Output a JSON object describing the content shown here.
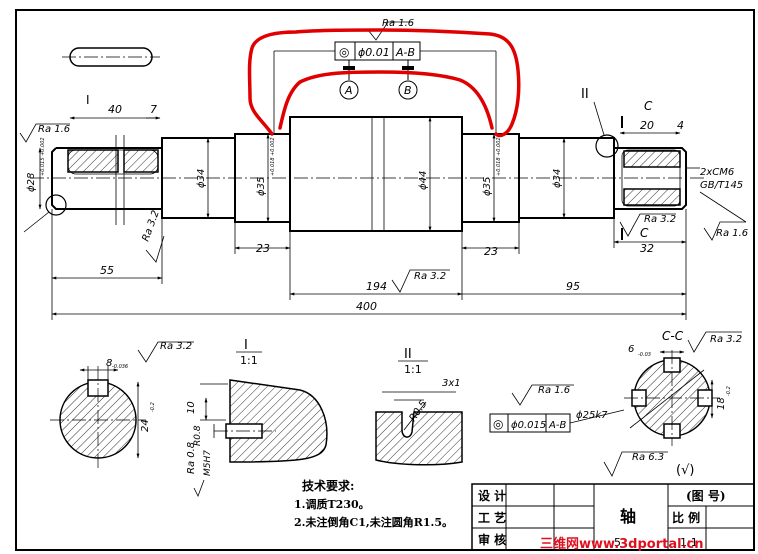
{
  "drawing": {
    "top_tolerance": {
      "roughness": "Ra 1.6",
      "symbol": "◎",
      "value": "ϕ0.01",
      "datum": "A-B",
      "datum_a": "A",
      "datum_b": "B"
    },
    "views": {
      "detail_i_label": "I",
      "detail_ii_label": "II",
      "section_c_label": "C",
      "section_c_view": "C-C",
      "scale_i": "1:1",
      "scale_ii": "1:1"
    },
    "dims": {
      "d40": "40",
      "d7": "7",
      "d20": "20",
      "d4": "4",
      "d23a": "23",
      "d23b": "23",
      "d55": "55",
      "d194": "194",
      "d95": "95",
      "d32": "32",
      "d400": "400",
      "phi28": "ϕ28",
      "phi28_tol": "+0.015 +0.002",
      "phi34a": "ϕ34",
      "phi35a": "ϕ35",
      "phi35_tol": "+0.018 +0.002",
      "phi44": "ϕ44",
      "phi34b": "ϕ34",
      "spline": "2xCM6",
      "spline_std": "GB/T145",
      "d8": "8",
      "d8_tol": "-0.036",
      "d24": "24",
      "d24_tol": "-0.2",
      "d10": "10",
      "r08": "R0.8",
      "m5": "M5H7",
      "d3x1": "3x1",
      "r05": "R0.5",
      "d6": "6",
      "d6_tol": "-0.03",
      "d18": "18",
      "d18_tol": "-0.2",
      "phi25k7": "ϕ25k7"
    },
    "roughness": {
      "left_end": "Ra 1.6",
      "keyway": "Ra 3.2",
      "middle": "Ra 3.2",
      "right_end": "Ra 1.6",
      "spline": "Ra 3.2",
      "sec_left": "Ra 3.2",
      "sec_right": "Ra 3.2",
      "detail_ii": "Ra 1.6",
      "detail_i": "Ra 0.8",
      "general": "Ra 6.3",
      "general_mark": "(√)"
    },
    "bottom_tolerance": {
      "symbol": "◎",
      "value": "ϕ0.015",
      "datum": "A-B"
    },
    "notes": {
      "title": "技术要求:",
      "line1": "1.调质T230。",
      "line2": "2.未注倒角C1,未注圆角R1.5。"
    },
    "title_block": {
      "design": "设 计",
      "process": "工 艺",
      "review": "审 核",
      "part_name": "轴",
      "drawing_no": "(图 号)",
      "scale_label": "比 例",
      "scale_val": "5",
      "partial": "1:1"
    },
    "watermark": "三维网www.3dportal.cn"
  }
}
